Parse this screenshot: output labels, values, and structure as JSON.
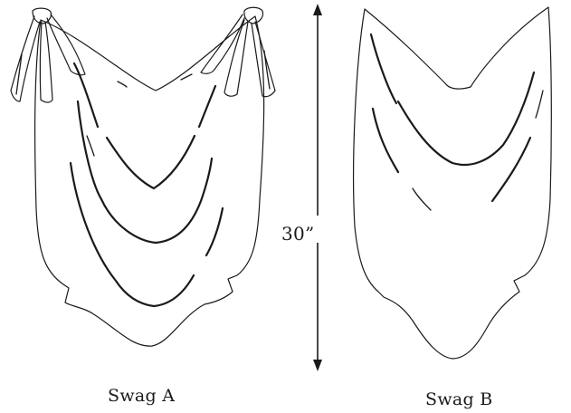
{
  "figure": {
    "swag_a_label": "Swag A",
    "swag_b_label": "Swag B",
    "measurement_label": "30”"
  }
}
